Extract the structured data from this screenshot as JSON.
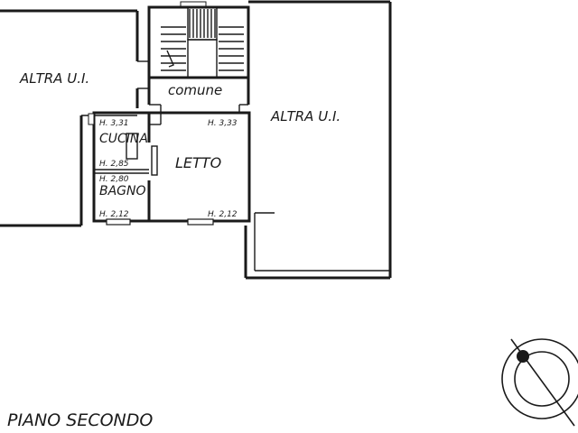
{
  "labels": {
    "left_unit": "ALTRA U.I.",
    "right_unit": "ALTRA U.I.",
    "common": "comune",
    "kitchen": "CUCINA",
    "bedroom": "LETTO",
    "bathroom": "BAGNO",
    "floor": "PIANO SECONDO"
  },
  "heights": {
    "kitchen_top": "H. 3,31",
    "bedroom_top": "H. 3,33",
    "kitchen_bottom": "H. 2,85",
    "bathroom_top": "H. 2,80",
    "bathroom_bottom": "H. 2,12",
    "bedroom_bottom": "H. 2,12"
  },
  "colors": {
    "ink": "#1a1a1a",
    "paper": "#ffffff"
  },
  "icons": {
    "north": "north-arrow-icon"
  }
}
